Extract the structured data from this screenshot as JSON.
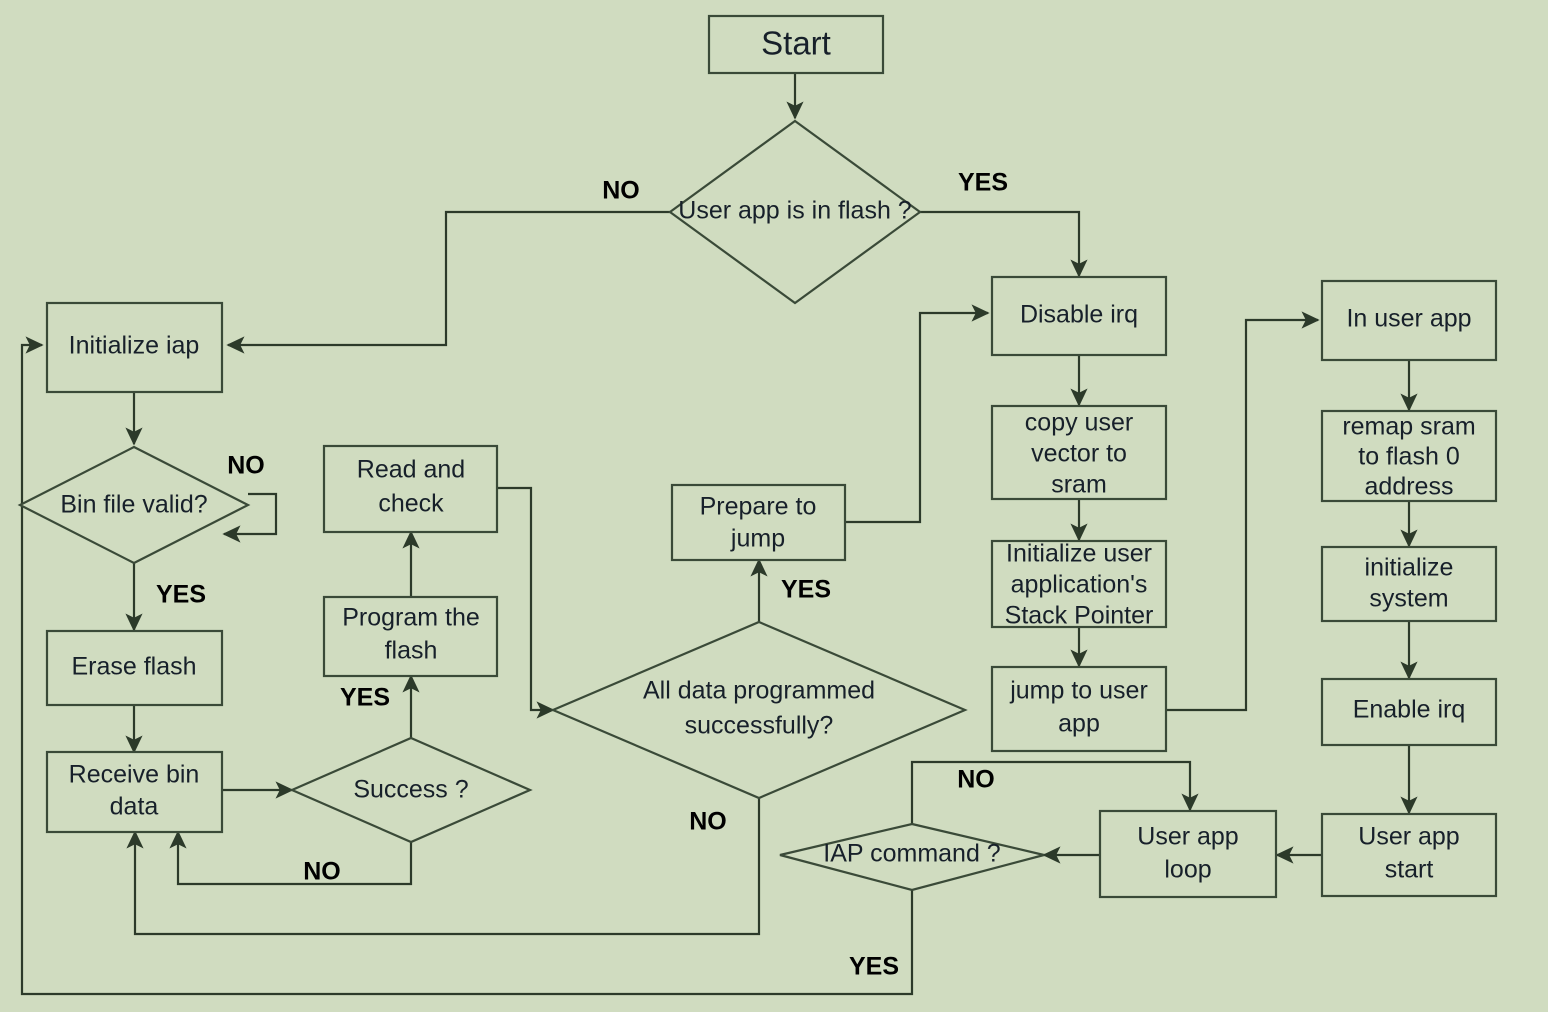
{
  "diagram": {
    "title": "IAP bootloader flowchart",
    "background_color": "#d0dcc0",
    "shape_fill": "#d0dcc0",
    "shape_stroke": "#3a4a38",
    "edge_color": "#2c3a2a",
    "text_color": "#17202a",
    "label_color": "#000000",
    "nodes": [
      {
        "id": "start",
        "type": "process",
        "label": "Start"
      },
      {
        "id": "user_app_flash",
        "type": "decision",
        "label": "User app is in flash ?"
      },
      {
        "id": "init_iap",
        "type": "process",
        "label": "Initialize iap"
      },
      {
        "id": "bin_valid",
        "type": "decision",
        "label": "Bin file valid?"
      },
      {
        "id": "erase_flash",
        "type": "process",
        "label": "Erase flash"
      },
      {
        "id": "receive_bin",
        "type": "process",
        "label": "Receive bin data",
        "line1": "Receive bin",
        "line2": "data"
      },
      {
        "id": "success",
        "type": "decision",
        "label": "Success ?"
      },
      {
        "id": "program_flash",
        "type": "process",
        "label": "Program the flash",
        "line1": "Program the",
        "line2": "flash"
      },
      {
        "id": "read_check",
        "type": "process",
        "label": "Read and check",
        "line1": "Read and",
        "line2": "check"
      },
      {
        "id": "all_data",
        "type": "decision",
        "label": "All data programmed successfully?",
        "line1": "All data programmed",
        "line2": "successfully?"
      },
      {
        "id": "prepare_jump",
        "type": "process",
        "label": "Prepare to jump",
        "line1": "Prepare to",
        "line2": "jump"
      },
      {
        "id": "disable_irq",
        "type": "process",
        "label": "Disable irq"
      },
      {
        "id": "copy_vector",
        "type": "process",
        "label": "copy user vector to sram",
        "line1": "copy user",
        "line2": "vector to",
        "line3": "sram"
      },
      {
        "id": "init_sp",
        "type": "process",
        "label": "Initialize user application's Stack Pointer",
        "line1": "Initialize user",
        "line2": "application's",
        "line3": "Stack Pointer"
      },
      {
        "id": "jump_user",
        "type": "process",
        "label": "jump to user app",
        "line1": "jump to user",
        "line2": "app"
      },
      {
        "id": "in_user_app",
        "type": "process",
        "label": "In user app"
      },
      {
        "id": "remap_sram",
        "type": "process",
        "label": "remap sram to flash 0 address",
        "line1": "remap sram",
        "line2": "to flash 0",
        "line3": "address"
      },
      {
        "id": "init_system",
        "type": "process",
        "label": "initialize system",
        "line1": "initialize",
        "line2": "system"
      },
      {
        "id": "enable_irq",
        "type": "process",
        "label": "Enable irq"
      },
      {
        "id": "user_app_start",
        "type": "process",
        "label": "User app start",
        "line1": "User app",
        "line2": "start"
      },
      {
        "id": "user_app_loop",
        "type": "process",
        "label": "User app loop",
        "line1": "User app",
        "line2": "loop"
      },
      {
        "id": "iap_command",
        "type": "decision",
        "label": "IAP command ?"
      }
    ],
    "edge_labels": {
      "flash_no": "NO",
      "flash_yes": "YES",
      "bin_no": "NO",
      "bin_yes": "YES",
      "success_yes": "YES",
      "success_no": "NO",
      "alldata_yes": "YES",
      "alldata_no": "NO",
      "iap_no": "NO",
      "iap_yes": "YES"
    }
  }
}
